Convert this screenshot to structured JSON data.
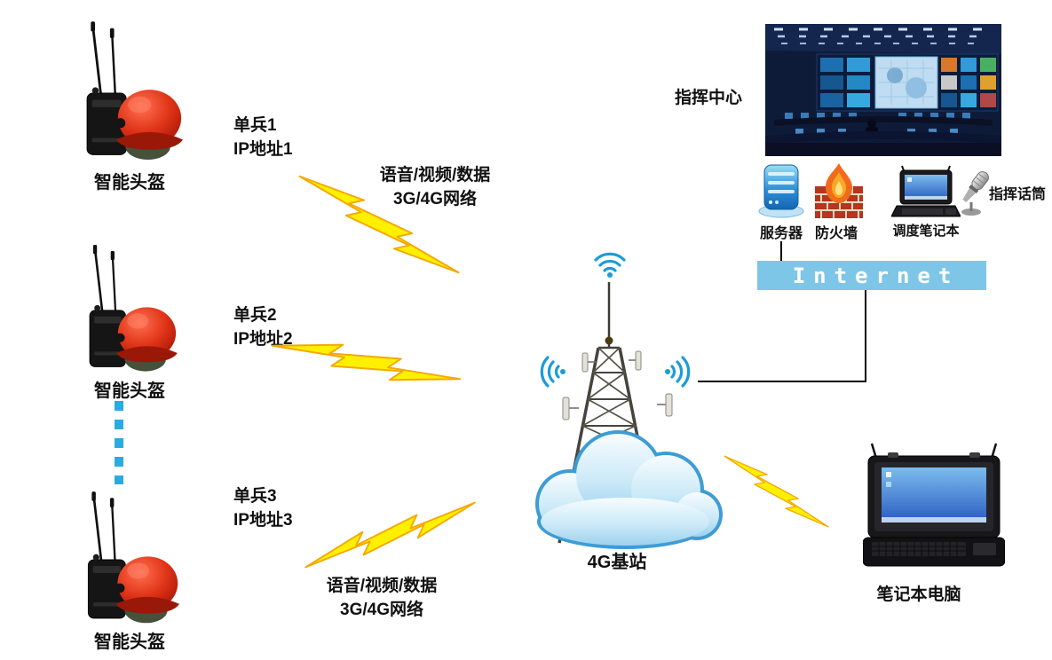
{
  "diagram": {
    "soldiers": [
      {
        "label_line1": "单兵1",
        "label_line2": "IP地址1",
        "device_label": "智能头盔"
      },
      {
        "label_line1": "单兵2",
        "label_line2": "IP地址2",
        "device_label": "智能头盔"
      },
      {
        "label_line1": "单兵3",
        "label_line2": "IP地址3",
        "device_label": "智能头盔"
      }
    ],
    "wireless_link_top": {
      "line1": "语音/视频/数据",
      "line2": "3G/4G网络"
    },
    "wireless_link_bottom": {
      "line1": "语音/视频/数据",
      "line2": "3G/4G网络"
    },
    "base_station_label": "4G基站",
    "command_center": {
      "label": "指挥中心",
      "server_label": "服务器",
      "firewall_label": "防火墙",
      "dispatch_laptop_label": "调度笔记本",
      "microphone_label": "指挥话筒",
      "internet_label": "Internet"
    },
    "field_laptop_label": "笔记本电脑",
    "colors": {
      "lightning_fill": "#FFF000",
      "lightning_edge": "#F5A800",
      "internet_bar": "#7EC6E8",
      "dotted_link": "#29ABE2",
      "wifi_blue": "#1B9CD8"
    }
  }
}
